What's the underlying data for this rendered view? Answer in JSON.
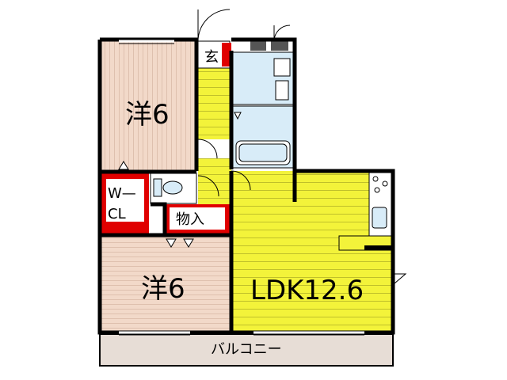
{
  "rooms": {
    "western_upper": {
      "label": "洋6"
    },
    "western_lower": {
      "label": "洋6"
    },
    "ldk": {
      "label": "LDK12.6"
    },
    "wcl": {
      "label_top": "W—",
      "label_bottom": "CL"
    },
    "storage": {
      "label": "物入"
    },
    "entrance": {
      "label": "玄"
    },
    "balcony": {
      "label": "バルコニー"
    }
  },
  "colors": {
    "wall": "#000000",
    "floor_wood": "#f2d9c9",
    "floor_wood_line": "#c9a693",
    "ldk_floor": "#f3f33a",
    "ldk_line": "#8c8c1a",
    "closet_red": "#e00000",
    "bath_blue": "#d8ecf8",
    "balcony": "#e7ddd6"
  }
}
